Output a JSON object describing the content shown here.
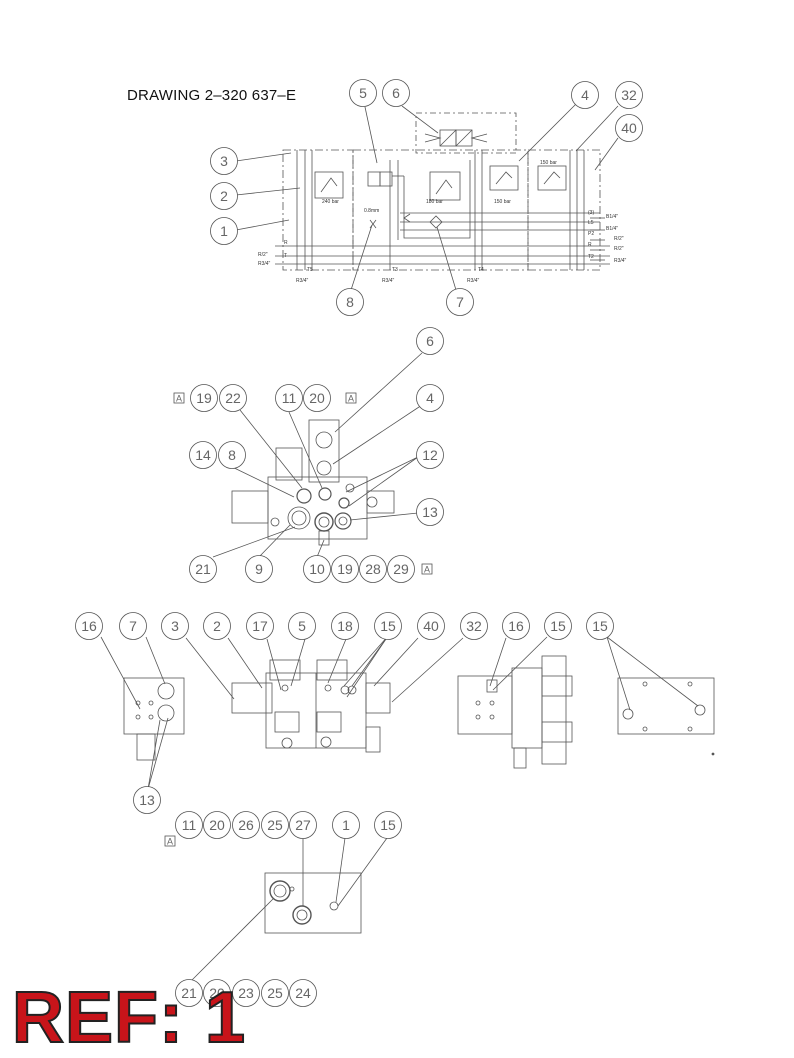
{
  "drawing_title": "DRAWING  2–320 637–E",
  "reference_label": "REF: 1",
  "accent_color": "#c8141a",
  "schematic": {
    "balloons": [
      "5",
      "6",
      "4",
      "32",
      "40",
      "3",
      "2",
      "1",
      "8",
      "7"
    ],
    "port_labels": [
      "R/2\"",
      "R3/4\"",
      "R",
      "T",
      "T5",
      "T3",
      "T4",
      "R3/4\"",
      "R3/4\"",
      "R3/4\"",
      "(3)",
      "L5",
      "P2",
      "R",
      "T2",
      "B1/4\"",
      "B1/4\"",
      "R/2\"",
      "R/2\"",
      "R3/4\""
    ],
    "valve_labels": [
      "240 bar",
      "180 bar",
      "150 bar",
      "150 bar",
      "0.8mm"
    ]
  },
  "view_top_block": {
    "balloons_top": [
      "19",
      "22",
      "11",
      "20",
      "6",
      "4"
    ],
    "balloons_left": [
      "14",
      "8"
    ],
    "balloons_right": [
      "12",
      "13"
    ],
    "balloons_bottom": [
      "21",
      "9",
      "10",
      "19",
      "28",
      "29"
    ],
    "section_marks": [
      "A",
      "A",
      "A"
    ]
  },
  "view_row3": {
    "balloons": [
      "16",
      "7",
      "3",
      "2",
      "17",
      "5",
      "18",
      "15",
      "40",
      "32",
      "16",
      "15",
      "15"
    ],
    "balloon_below": "13"
  },
  "view_bottom_block": {
    "balloons_top": [
      "11",
      "20",
      "26",
      "25",
      "27",
      "1",
      "15"
    ],
    "balloons_bottom": [
      "21",
      "20",
      "23",
      "25",
      "24"
    ],
    "section_mark": "A"
  }
}
